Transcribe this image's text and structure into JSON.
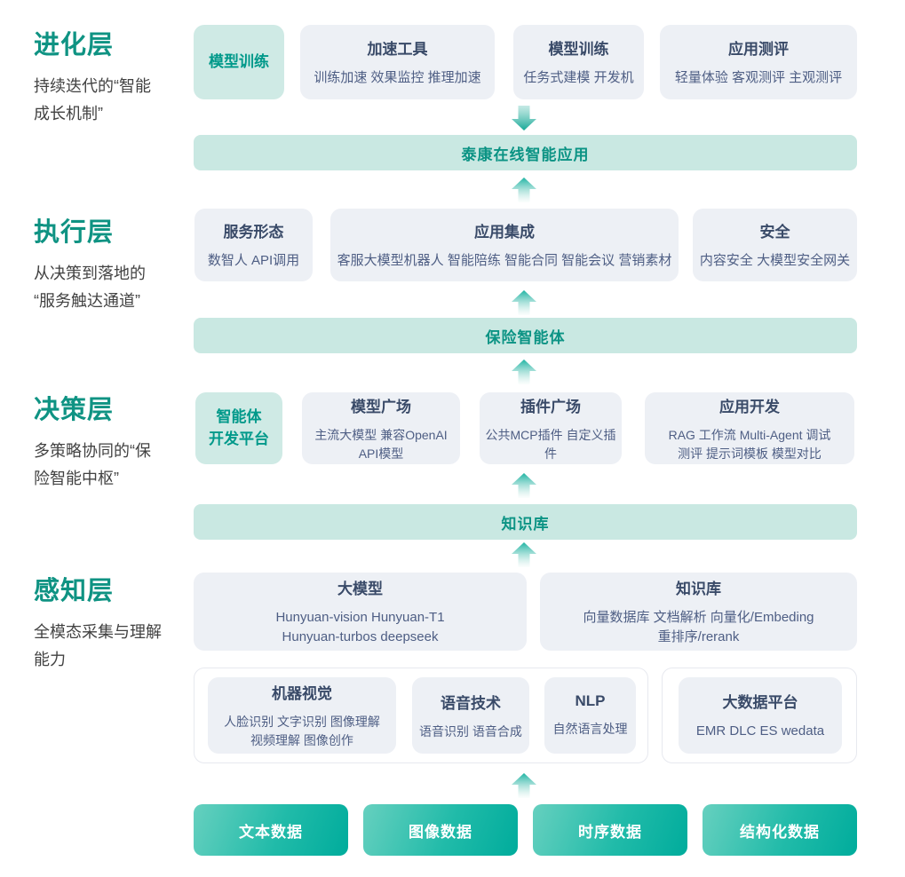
{
  "colors": {
    "accent_green": "#0f9383",
    "teal_box_bg": "#cfeae5",
    "teal_box_text": "#00998a",
    "bar_bg": "#c9e8e2",
    "bar_text": "#0b9384",
    "gray_box_bg": "#edf0f5",
    "box_heading_text": "#394a68",
    "box_sub_text": "#4e5e84",
    "pill_gradient_start": "#66d0bf",
    "pill_gradient_end": "#00ac9c",
    "arrow_color": "#1db3a2"
  },
  "layers": [
    {
      "title": "进化层",
      "subtitle": "持续迭代的“智能\n成长机制”"
    },
    {
      "title": "执行层",
      "subtitle": "从决策到落地的\n“服务触达通道”"
    },
    {
      "title": "决策层",
      "subtitle": "多策略协同的“保\n险智能中枢”"
    },
    {
      "title": "感知层",
      "subtitle": "全模态采集与理解\n能力"
    }
  ],
  "evolution": {
    "highlight": "模型训练",
    "boxes": [
      {
        "title": "加速工具",
        "sub": "训练加速 效果监控 推理加速"
      },
      {
        "title": "模型训练",
        "sub": "任务式建模 开发机"
      },
      {
        "title": "应用测评",
        "sub": "轻量体验 客观测评 主观测评"
      }
    ]
  },
  "bars": [
    "泰康在线智能应用",
    "保险智能体",
    "知识库"
  ],
  "execution": {
    "boxes": [
      {
        "title": "服务形态",
        "sub": "数智人  API调用"
      },
      {
        "title": "应用集成",
        "sub": "客服大模型机器人  智能陪练 智能合同 智能会议 营销素材"
      },
      {
        "title": "安全",
        "sub": "内容安全 大模型安全网关"
      }
    ]
  },
  "decision": {
    "highlight": "智能体\n开发平台",
    "boxes": [
      {
        "title": "模型广场",
        "sub": "主流大模型  兼容OpenAI\nAPI模型"
      },
      {
        "title": "插件广场",
        "sub": "公共MCP插件 自定义插件"
      },
      {
        "title": "应用开发",
        "sub": "RAG 工作流 Multi-Agent 调试\n测评 提示词模板 模型对比"
      }
    ]
  },
  "perception": {
    "boxes": [
      {
        "title": "大模型",
        "sub": "Hunyuan-vision Hunyuan-T1\nHunyuan-turbos deepseek"
      },
      {
        "title": "知识库",
        "sub": "向量数据库  文档解析 向量化/Embeding\n重排序/rerank"
      }
    ],
    "groups": [
      {
        "boxes": [
          {
            "title": "机器视觉",
            "sub": "人脸识别 文字识别 图像理解\n视频理解 图像创作"
          },
          {
            "title": "语音技术",
            "sub": "语音识别 语音合成"
          },
          {
            "title": "NLP",
            "sub": "自然语言处理"
          }
        ]
      },
      {
        "boxes": [
          {
            "title": "大数据平台",
            "sub": "EMR DLC ES wedata"
          }
        ]
      }
    ]
  },
  "data_sources": [
    "文本数据",
    "图像数据",
    "时序数据",
    "结构化数据"
  ]
}
